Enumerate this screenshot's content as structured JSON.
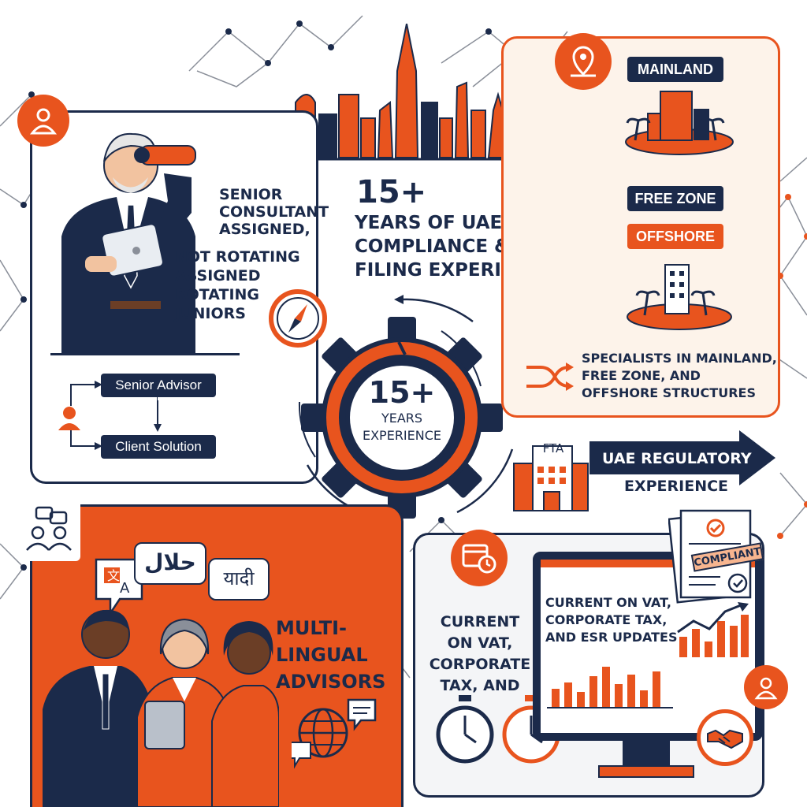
{
  "consultant": {
    "heading_lines": [
      "SENIOR",
      "CONSULTANT",
      "ASSIGNED,"
    ],
    "sub_lines": [
      "NOT ROTATING",
      "ASSIGNED",
      "ROTATING",
      "JUNIORS"
    ],
    "senior_advisor_label": "Senior Advisor",
    "client_solution_label": "Client Solution"
  },
  "experience": {
    "big_number": "15+",
    "headline_lines": [
      "YEARS OF UAE",
      "COMPLIANCE & FTA",
      "FILING EXPERIENCE"
    ],
    "gear_number": "15+",
    "gear_lines": [
      "YEARS",
      "EXPERIENCE"
    ]
  },
  "structures": {
    "mainland_label": "MAINLAND",
    "free_zone_label": "FREE ZONE",
    "offshore_label": "OFFSHORE",
    "desc_lines": [
      "SPECIALISTS IN MAINLAND,",
      "FREE ZONE, AND",
      "OFFSHORE STRUCTURES"
    ]
  },
  "regulatory": {
    "building_label": "FTA",
    "arrow_line1": "UAE REGULATORY",
    "arrow_line2": "EXPERIENCE"
  },
  "multilingual": {
    "bubble_arabic": "حلال",
    "bubble_hindi": "यादी",
    "heading_lines": [
      "MULTI-",
      "LINGUAL",
      "ADVISORS"
    ]
  },
  "updates": {
    "left_lines": [
      "CURRENT",
      "ON VAT,",
      "CORPORATE",
      "TAX, AND"
    ],
    "screen_lines": [
      "CURRENT ON VAT,",
      "CORPORATE TAX,",
      "AND ESR UPDATES"
    ],
    "stamp_label": "COMPLIANT"
  },
  "colors": {
    "navy": "#1b2a4a",
    "orange": "#e8541e",
    "cream": "#fdf3ea"
  }
}
